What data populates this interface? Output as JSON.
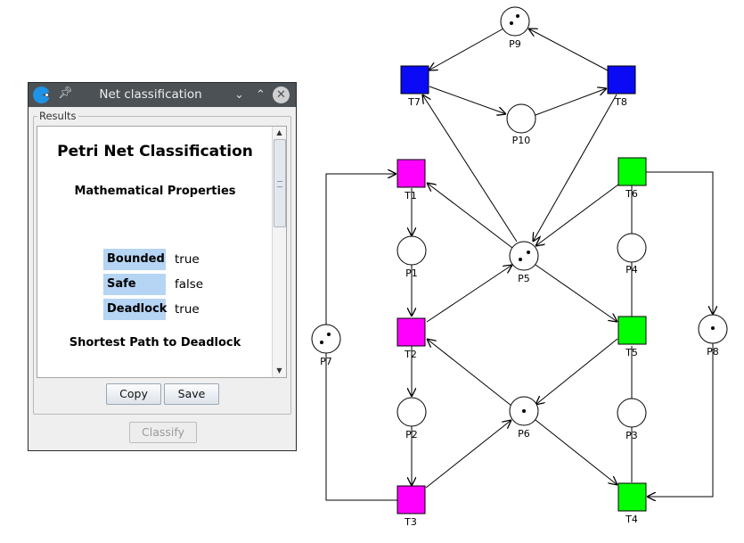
{
  "window": {
    "title": "Net classification",
    "group_label": "Results",
    "heading": "Petri Net Classification",
    "section_properties": "Mathematical Properties",
    "properties": [
      {
        "key": "Bounded",
        "value": "true"
      },
      {
        "key": "Safe",
        "value": "false"
      },
      {
        "key": "Deadlock",
        "value": "true"
      }
    ],
    "section_path": "Shortest Path to Deadlock",
    "buttons": {
      "copy": "Copy",
      "save": "Save",
      "classify": "Classify"
    }
  },
  "net": {
    "colors": {
      "blue": "#0a0af5",
      "magenta": "#ff00ff",
      "green": "#00ff00"
    },
    "places": [
      {
        "id": "P1",
        "label": "P1",
        "tokens": 0
      },
      {
        "id": "P2",
        "label": "P2",
        "tokens": 0
      },
      {
        "id": "P3",
        "label": "P3",
        "tokens": 0
      },
      {
        "id": "P4",
        "label": "P4",
        "tokens": 0
      },
      {
        "id": "P5",
        "label": "P5",
        "tokens": 2
      },
      {
        "id": "P6",
        "label": "P6",
        "tokens": 1
      },
      {
        "id": "P7",
        "label": "P7",
        "tokens": 2
      },
      {
        "id": "P8",
        "label": "P8",
        "tokens": 1
      },
      {
        "id": "P9",
        "label": "P9",
        "tokens": 2
      },
      {
        "id": "P10",
        "label": "P10",
        "tokens": 0
      }
    ],
    "transitions": [
      {
        "id": "T1",
        "label": "T1",
        "color": "magenta"
      },
      {
        "id": "T2",
        "label": "T2",
        "color": "magenta"
      },
      {
        "id": "T3",
        "label": "T3",
        "color": "magenta"
      },
      {
        "id": "T4",
        "label": "T4",
        "color": "green"
      },
      {
        "id": "T5",
        "label": "T5",
        "color": "green"
      },
      {
        "id": "T6",
        "label": "T6",
        "color": "green"
      },
      {
        "id": "T7",
        "label": "T7",
        "color": "blue"
      },
      {
        "id": "T8",
        "label": "T8",
        "color": "blue"
      }
    ]
  }
}
